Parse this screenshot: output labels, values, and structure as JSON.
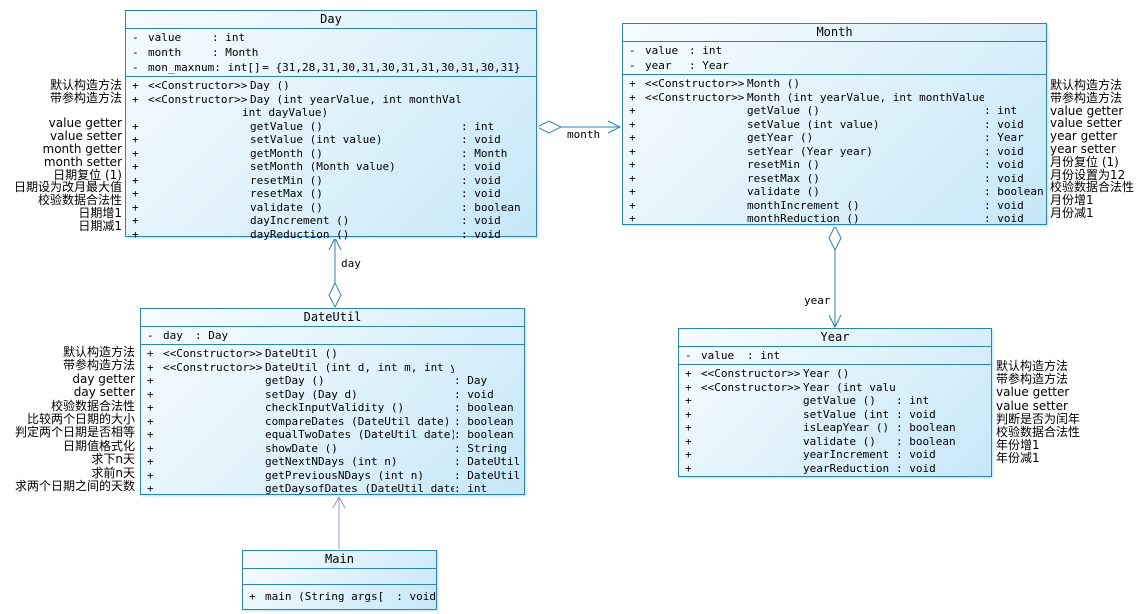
{
  "classes": [
    {
      "id": "day",
      "title": "Day",
      "attributes": [
        {
          "vis": "-",
          "name": "value",
          "type": "int",
          "extra": ""
        },
        {
          "vis": "-",
          "name": "month",
          "type": "Month",
          "extra": ""
        },
        {
          "vis": "-",
          "name": "mon_maxnum",
          "type": "int[]",
          "extra": "= {31,28,31,30,31,30,31,31,30,31,30,31}"
        }
      ],
      "methods": [
        {
          "vis": "+",
          "stereo": "<<Constructor>>",
          "name": "Day ()",
          "type": ""
        },
        {
          "vis": "+",
          "stereo": "<<Constructor>>",
          "name": "Day (int yearValue, int monthValue,",
          "type": ""
        },
        {
          "wrap": true,
          "name": "int dayValue)"
        },
        {
          "vis": "+",
          "stereo": "",
          "name": "getValue ()",
          "type": "int"
        },
        {
          "vis": "+",
          "stereo": "",
          "name": "setValue (int value)",
          "type": "void"
        },
        {
          "vis": "+",
          "stereo": "",
          "name": "getMonth ()",
          "type": "Month"
        },
        {
          "vis": "+",
          "stereo": "",
          "name": "setMonth (Month value)",
          "type": "void"
        },
        {
          "vis": "+",
          "stereo": "",
          "name": "resetMin ()",
          "type": "void"
        },
        {
          "vis": "+",
          "stereo": "",
          "name": "resetMax ()",
          "type": "void"
        },
        {
          "vis": "+",
          "stereo": "",
          "name": "validate ()",
          "type": "boolean"
        },
        {
          "vis": "+",
          "stereo": "",
          "name": "dayIncrement ()",
          "type": "void"
        },
        {
          "vis": "+",
          "stereo": "",
          "name": "dayReduction ()",
          "type": "void"
        }
      ]
    },
    {
      "id": "month",
      "title": "Month",
      "attributes": [
        {
          "vis": "-",
          "name": "value",
          "type": "int",
          "extra": ""
        },
        {
          "vis": "-",
          "name": "year",
          "type": "Year",
          "extra": ""
        }
      ],
      "methods": [
        {
          "vis": "+",
          "stereo": "<<Constructor>>",
          "name": "Month ()",
          "type": ""
        },
        {
          "vis": "+",
          "stereo": "<<Constructor>>",
          "name": "Month (int yearValue, int monthValue)",
          "type": ""
        },
        {
          "vis": "+",
          "stereo": "",
          "name": "getValue ()",
          "type": "int"
        },
        {
          "vis": "+",
          "stereo": "",
          "name": "setValue (int value)",
          "type": "void"
        },
        {
          "vis": "+",
          "stereo": "",
          "name": "getYear ()",
          "type": "Year"
        },
        {
          "vis": "+",
          "stereo": "",
          "name": "setYear (Year year)",
          "type": "void"
        },
        {
          "vis": "+",
          "stereo": "",
          "name": "resetMin ()",
          "type": "void"
        },
        {
          "vis": "+",
          "stereo": "",
          "name": "resetMax ()",
          "type": "void"
        },
        {
          "vis": "+",
          "stereo": "",
          "name": "validate ()",
          "type": "boolean"
        },
        {
          "vis": "+",
          "stereo": "",
          "name": "monthIncrement ()",
          "type": "void"
        },
        {
          "vis": "+",
          "stereo": "",
          "name": "monthReduction ()",
          "type": "void"
        }
      ]
    },
    {
      "id": "dateutil",
      "title": "DateUtil",
      "attributes": [
        {
          "vis": "-",
          "name": "day",
          "type": "Day",
          "extra": ""
        }
      ],
      "methods": [
        {
          "vis": "+",
          "stereo": "<<Constructor>>",
          "name": "DateUtil ()",
          "type": ""
        },
        {
          "vis": "+",
          "stereo": "<<Constructor>>",
          "name": "DateUtil (int d, int m, int y)",
          "type": ""
        },
        {
          "vis": "+",
          "stereo": "",
          "name": "getDay ()",
          "type": "Day"
        },
        {
          "vis": "+",
          "stereo": "",
          "name": "setDay (Day d)",
          "type": "void"
        },
        {
          "vis": "+",
          "stereo": "",
          "name": "checkInputValidity ()",
          "type": "boolean"
        },
        {
          "vis": "+",
          "stereo": "",
          "name": "compareDates (DateUtil date)",
          "type": "boolean"
        },
        {
          "vis": "+",
          "stereo": "",
          "name": "equalTwoDates (DateUtil date)",
          "type": "boolean"
        },
        {
          "vis": "+",
          "stereo": "",
          "name": "showDate ()",
          "type": "String"
        },
        {
          "vis": "+",
          "stereo": "",
          "name": "getNextNDays (int n)",
          "type": "DateUtil"
        },
        {
          "vis": "+",
          "stereo": "",
          "name": "getPreviousNDays (int n)",
          "type": "DateUtil"
        },
        {
          "vis": "+",
          "stereo": "",
          "name": "getDaysofDates (DateUtil date)",
          "type": "int"
        }
      ]
    },
    {
      "id": "year",
      "title": "Year",
      "attributes": [
        {
          "vis": "-",
          "name": "value",
          "type": "int",
          "extra": ""
        }
      ],
      "methods": [
        {
          "vis": "+",
          "stereo": "<<Constructor>>",
          "name": "Year ()",
          "type": ""
        },
        {
          "vis": "+",
          "stereo": "<<Constructor>>",
          "name": "Year (int value)",
          "type": ""
        },
        {
          "vis": "+",
          "stereo": "",
          "name": "getValue ()",
          "type": "int"
        },
        {
          "vis": "+",
          "stereo": "",
          "name": "setValue (int value)",
          "type": "void"
        },
        {
          "vis": "+",
          "stereo": "",
          "name": "isLeapYear ()",
          "type": "boolean"
        },
        {
          "vis": "+",
          "stereo": "",
          "name": "validate ()",
          "type": "boolean"
        },
        {
          "vis": "+",
          "stereo": "",
          "name": "yearIncrement ()",
          "type": "void"
        },
        {
          "vis": "+",
          "stereo": "",
          "name": "yearReduction ()",
          "type": "void"
        }
      ]
    },
    {
      "id": "main",
      "title": "Main",
      "attributes": [],
      "methods": [
        {
          "vis": "+",
          "stereo": "",
          "name": "main (String args[])",
          "type": "void"
        }
      ]
    }
  ],
  "annotations": [
    {
      "id": "day-left",
      "lines": [
        "默认构造方法",
        "带参构造方法",
        "",
        "value getter",
        "value setter",
        "month getter",
        "month setter",
        "日期复位 (1)",
        "日期设为改月最大值",
        "校验数据合法性",
        "日期增1",
        "日期减1"
      ]
    },
    {
      "id": "month-right",
      "lines": [
        "默认构造方法",
        "带参构造方法",
        "value getter",
        "value setter",
        "year getter",
        "year setter",
        "月份复位 (1)",
        "月份设置为12",
        "校验数据合法性",
        "月份增1",
        "月份减1"
      ]
    },
    {
      "id": "dateutil-left",
      "lines": [
        "默认构造方法",
        "带参构造方法",
        "day getter",
        "day setter",
        "校验数据合法性",
        "比较两个日期的大小",
        "判定两个日期是否相等",
        "日期值格式化",
        "求下n天",
        "求前n天",
        "求两个日期之间的天数"
      ]
    },
    {
      "id": "year-right",
      "lines": [
        "默认构造方法",
        "带参构造方法",
        "value getter",
        "value setter",
        "判断是否为闰年",
        "校验数据合法性",
        "年份增1",
        "年份减1"
      ]
    }
  ],
  "edge_labels": {
    "month": "month",
    "day": "day",
    "year": "year"
  },
  "colors": {
    "edge": "#2e82b4",
    "dependency_edge": "#9595c8",
    "box_border": "#2e82b4",
    "box_fill_light": "#f6fcfe",
    "box_fill_dark": "#c6e7f7"
  }
}
